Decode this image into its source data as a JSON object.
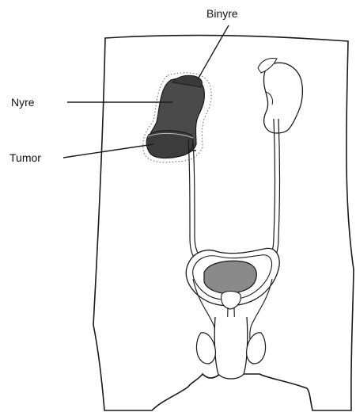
{
  "labels": {
    "binyre": "Binyre",
    "nyre": "Nyre",
    "tumor": "Tumor"
  },
  "colors": {
    "outline": "#1a1a1a",
    "affected_kidney": "#4a4a4a",
    "tumor_region": "#3c3c3c",
    "bladder": "#8a8a8a",
    "background": "#ffffff"
  }
}
